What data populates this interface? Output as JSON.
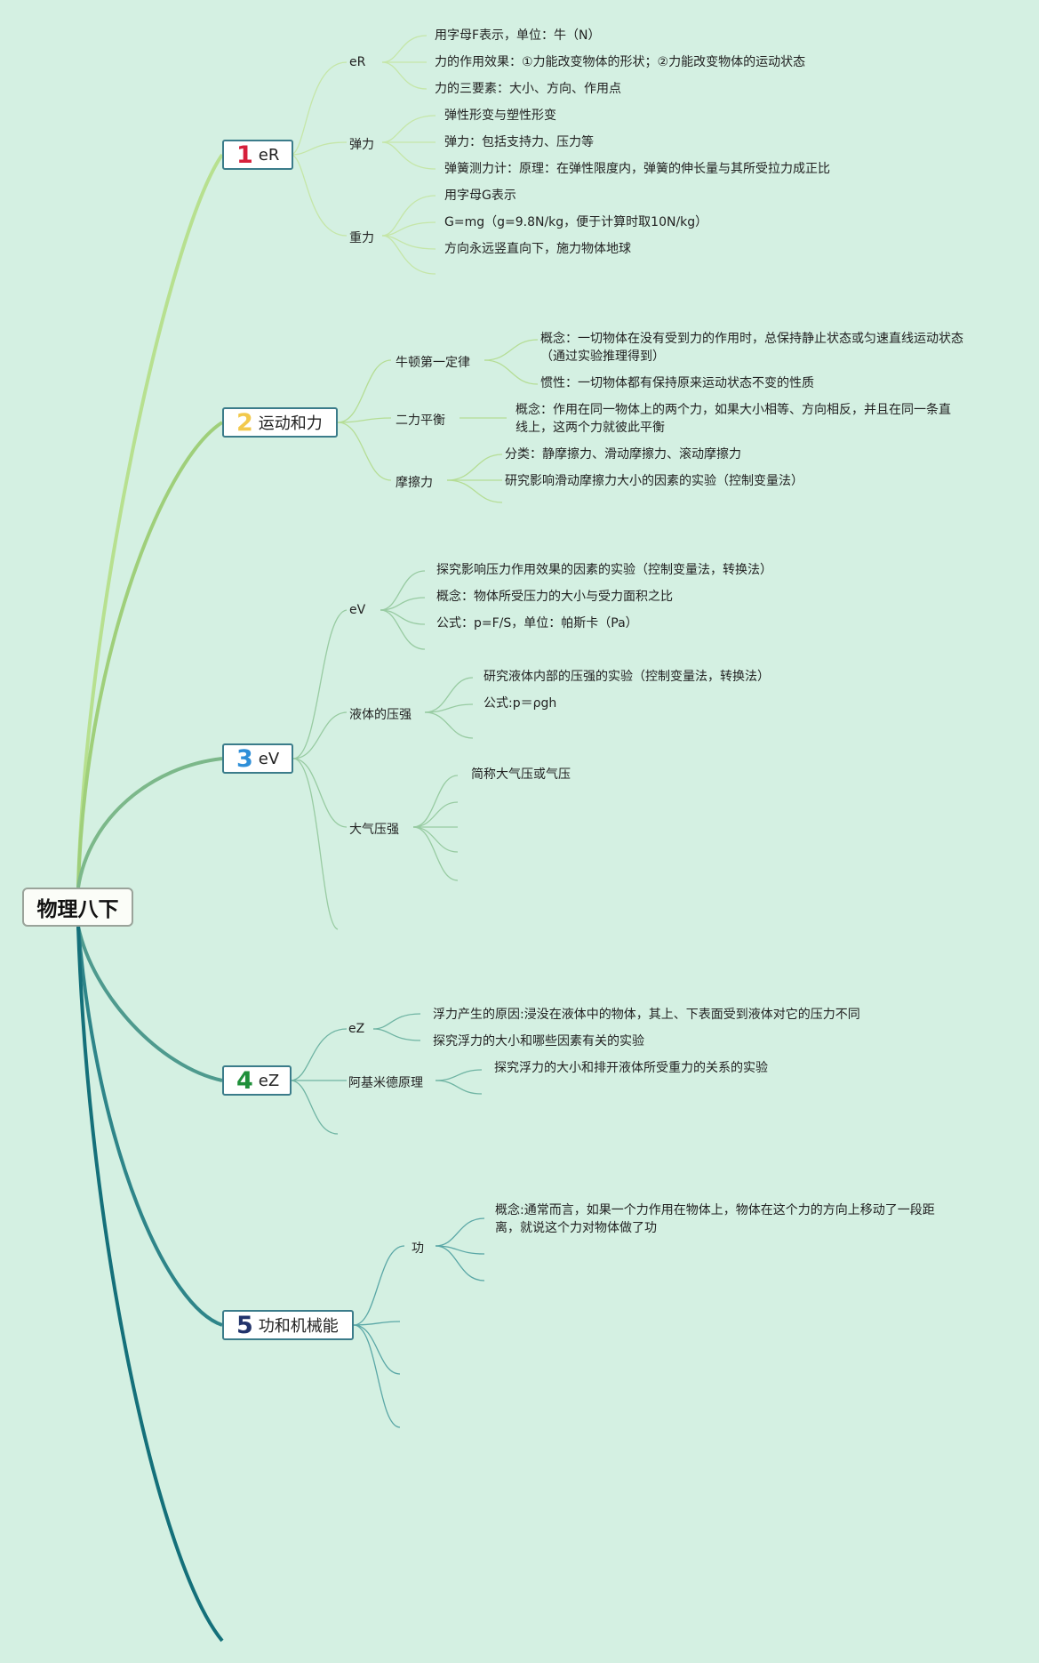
{
  "root": "物理八下",
  "chapters": [
    {
      "num": "1",
      "title": "eR",
      "num_color": "#d6203b",
      "border": "#3b7c8a"
    },
    {
      "num": "2",
      "title": "运动和力",
      "num_color": "#f2c94c",
      "border": "#3b7c8a"
    },
    {
      "num": "3",
      "title": "eV",
      "num_color": "#2f8fd8",
      "border": "#3b7c8a"
    },
    {
      "num": "4",
      "title": "eZ",
      "num_color": "#1f8f3a",
      "border": "#3b7c8a"
    },
    {
      "num": "5",
      "title": "功和机械能",
      "num_color": "#22336b",
      "border": "#3b7c8a"
    }
  ],
  "c1": {
    "b1": {
      "label": "eR",
      "leaves": [
        "用字母F表示，单位：牛（N）",
        "力的作用效果：①力能改变物体的形状；②力能改变物体的运动状态",
        "力的三要素：大小、方向、作用点"
      ]
    },
    "b2": {
      "label": "弹力",
      "leaves": [
        "弹性形变与塑性形变",
        "弹力：包括支持力、压力等",
        "弹簧测力计：原理：在弹性限度内，弹簧的伸长量与其所受拉力成正比"
      ]
    },
    "b3": {
      "label": "重力",
      "leaves": [
        "用字母G表示",
        "G=mg（g=9.8N/kg，便于计算时取10N/kg）",
        "方向永远竖直向下，施力物体地球"
      ]
    }
  },
  "c2": {
    "b1": {
      "label": "牛顿第一定律",
      "leaves": [
        "概念：一切物体在没有受到力的作用时，总保持静止状态或匀速直线运动状态（通过实验推理得到）",
        "惯性：一切物体都有保持原来运动状态不变的性质"
      ]
    },
    "b2": {
      "label": "二力平衡",
      "leaves": [
        "概念：作用在同一物体上的两个力，如果大小相等、方向相反，并且在同一条直线上，这两个力就彼此平衡"
      ]
    },
    "b3": {
      "label": "摩擦力",
      "leaves": [
        "分类：静摩擦力、滑动摩擦力、滚动摩擦力",
        "研究影响滑动摩擦力大小的因素的实验（控制变量法）"
      ]
    }
  },
  "c3": {
    "b1": {
      "label": "eV",
      "leaves": [
        "探究影响压力作用效果的因素的实验（控制变量法，转换法）",
        "概念：物体所受压力的大小与受力面积之比",
        "公式：p=F/S，单位：帕斯卡（Pa）"
      ]
    },
    "b2": {
      "label": "液体的压强",
      "leaves": [
        "研究液体内部的压强的实验（控制变量法，转换法）",
        "公式:p＝ρgh"
      ]
    },
    "b3": {
      "label": "大气压强",
      "leaves": [
        "简称大气压或气压"
      ]
    }
  },
  "c4": {
    "b1": {
      "label": "eZ",
      "leaves": [
        "浮力产生的原因:浸没在液体中的物体，其上、下表面受到液体对它的压力不同",
        "探究浮力的大小和哪些因素有关的实验"
      ]
    },
    "b2": {
      "label": "阿基米德原理",
      "leaves": [
        "探究浮力的大小和排开液体所受重力的关系的实验"
      ]
    }
  },
  "c5": {
    "b1": {
      "label": "功",
      "leaves": [
        "概念:通常而言，如果一个力作用在物体上，物体在这个力的方向上移动了一段距离，就说这个力对物体做了功"
      ]
    }
  }
}
